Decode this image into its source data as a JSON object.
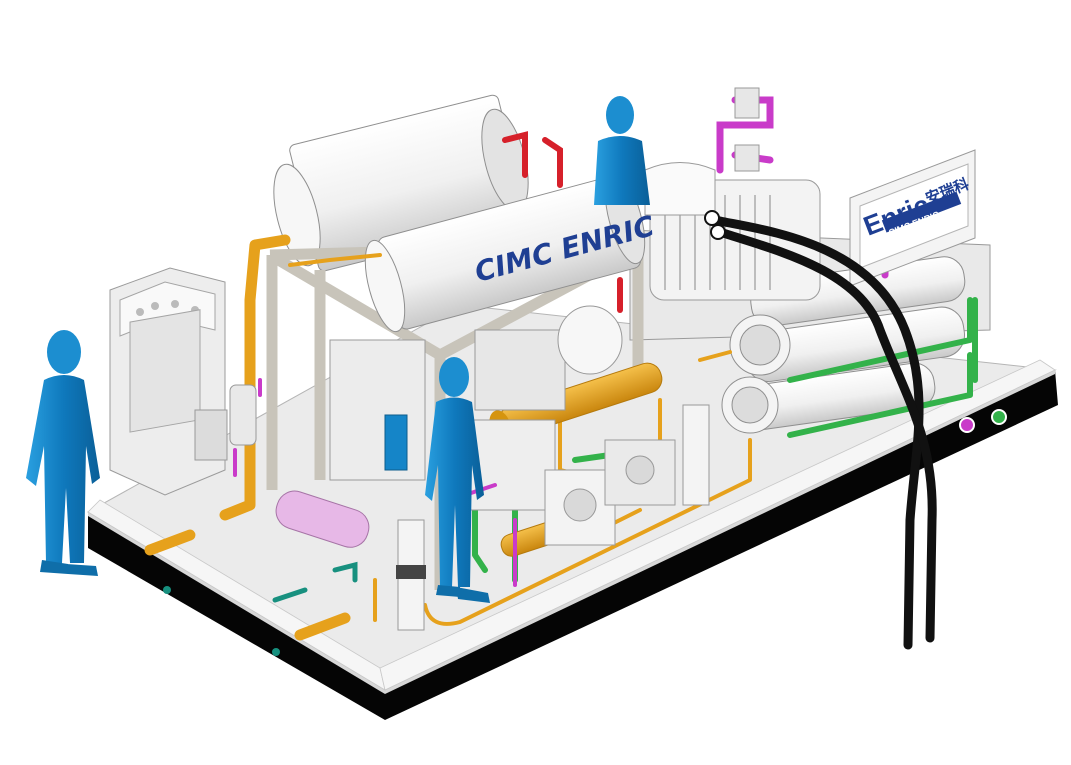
{
  "tank_front": {
    "label": "CIMC ENRIC"
  },
  "sign": {
    "brand": "Enric",
    "brand_cn": "安瑞科",
    "subtitle": "CIMC ENRIC"
  },
  "colors": {
    "background": "#ffffff",
    "skid_top": "#ececec",
    "skid_side": "#050505",
    "vessel": "#f2f2f2",
    "frame": "#c9c6bd",
    "pipe_orange": "#e6a11c",
    "pipe_red": "#d6202a",
    "pipe_magenta": "#c93bc9",
    "pipe_green": "#33b24a",
    "pipe_teal": "#17907f",
    "hose": "#111111",
    "figure": "#1583c6",
    "text_navy": "#1f3f93"
  },
  "icons": [
    "human-figure-icon",
    "human-figure-icon",
    "human-figure-icon"
  ]
}
